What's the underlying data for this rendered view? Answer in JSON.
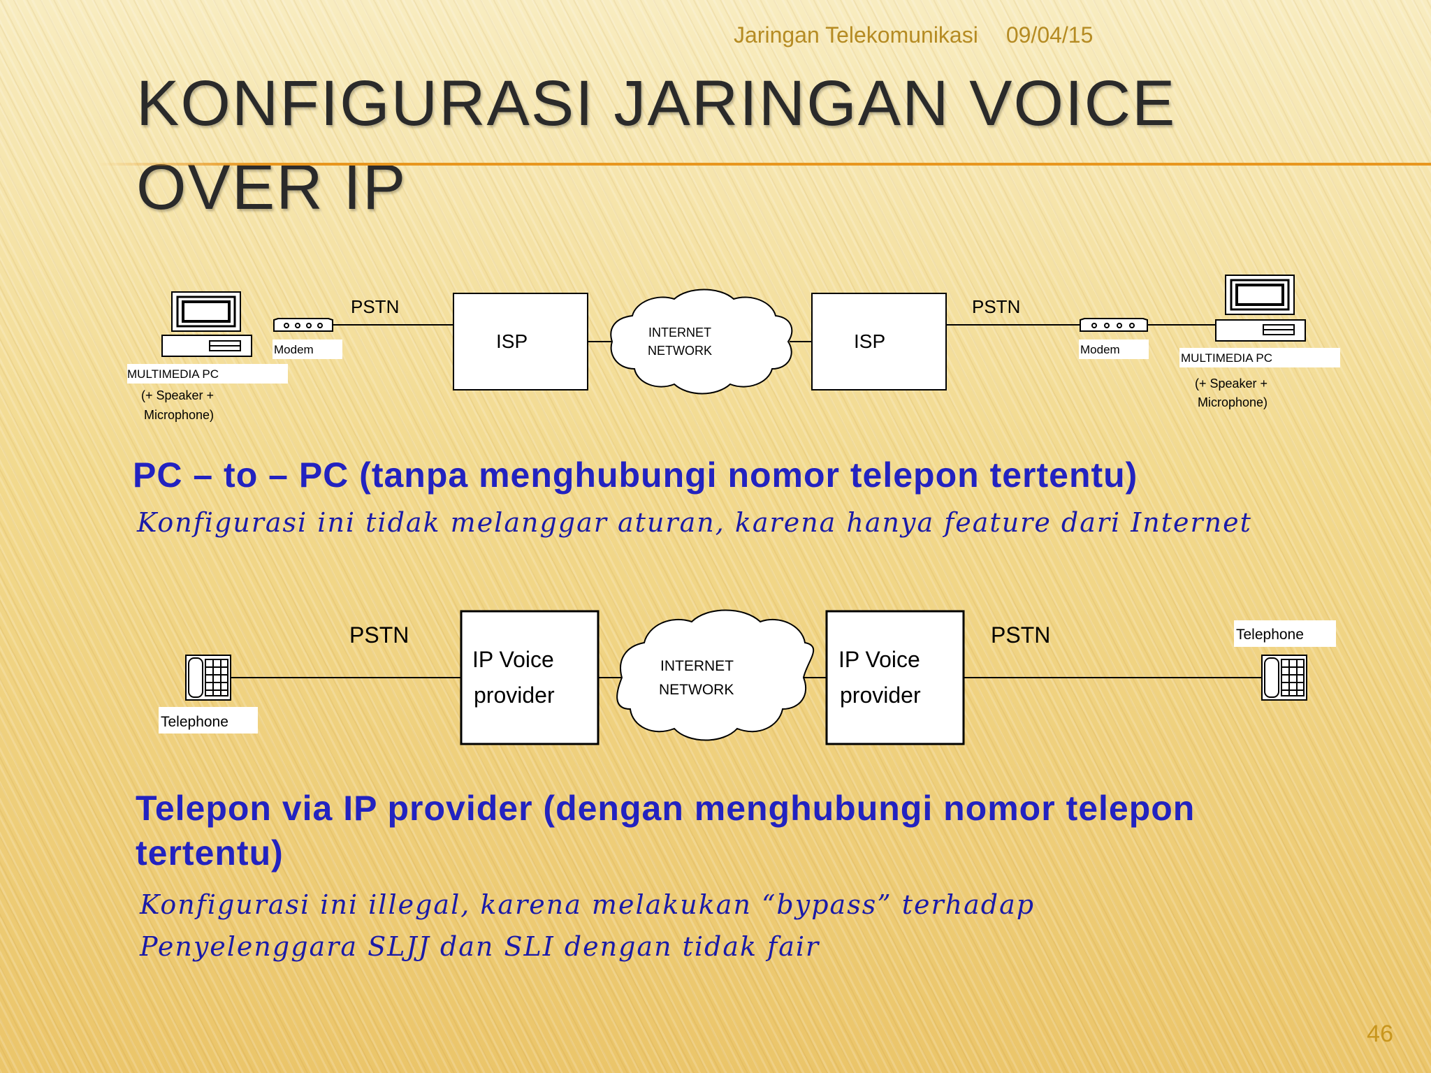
{
  "header": {
    "course": "Jaringan Telekomunikasi",
    "date": "09/04/15"
  },
  "title": "KONFIGURASI JARINGAN VOICE OVER IP",
  "diagram1": {
    "left_pc_label": "MULTIMEDIA PC",
    "left_pc_sub1": "(+ Speaker +",
    "left_pc_sub2": "Microphone)",
    "left_modem": "Modem",
    "left_link": "PSTN",
    "left_box": "ISP",
    "cloud_line1": "INTERNET",
    "cloud_line2": "NETWORK",
    "right_box": "ISP",
    "right_link": "PSTN",
    "right_modem": "Modem",
    "right_pc_label": "MULTIMEDIA PC",
    "right_pc_sub1": "(+ Speaker +",
    "right_pc_sub2": "Microphone)"
  },
  "caption1": "PC – to – PC (tanpa menghubungi nomor telepon tertentu)",
  "desc1": "Konfigurasi ini tidak melanggar aturan, karena hanya feature dari Internet",
  "diagram2": {
    "left_phone_label": "Telephone",
    "left_link": "PSTN",
    "left_box_line1": "IP Voice",
    "left_box_line2": "provider",
    "cloud_line1": "INTERNET",
    "cloud_line2": "NETWORK",
    "right_box_line1": "IP Voice",
    "right_box_line2": "provider",
    "right_link": "PSTN",
    "right_phone_label": "Telephone"
  },
  "caption2": "Telepon via IP provider (dengan menghubungi nomor telepon tertentu)",
  "desc2_line1": "Konfigurasi ini illegal, karena melakukan “bypass” terhadap",
  "desc2_line2": "Penyelenggara SLJJ dan SLI dengan tidak fair",
  "page_number": "46"
}
